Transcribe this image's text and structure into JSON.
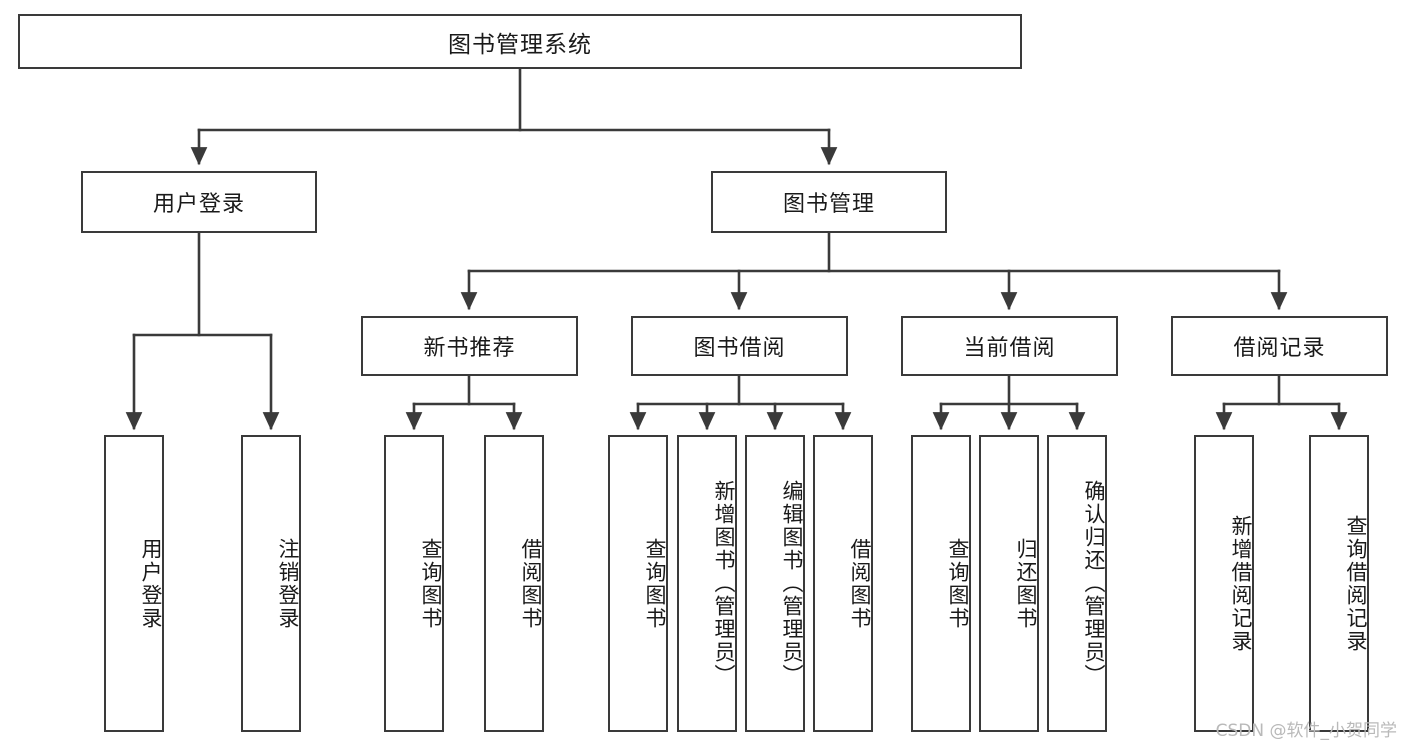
{
  "diagram": {
    "title": "图书管理系统",
    "type": "tree-hierarchy",
    "orientation": "top-down",
    "colors": {
      "stroke": "#3a3a3a",
      "fill": "#ffffff",
      "text": "#1a1a1a",
      "watermark": "#b9b9b9"
    },
    "nodes": {
      "root": {
        "label": "图书管理系统"
      },
      "level2": [
        {
          "id": "user-login",
          "label": "用户登录"
        },
        {
          "id": "book-manage",
          "label": "图书管理"
        }
      ],
      "level3": [
        {
          "id": "new-book-recommend",
          "label": "新书推荐"
        },
        {
          "id": "book-borrow",
          "label": "图书借阅"
        },
        {
          "id": "current-borrow",
          "label": "当前借阅"
        },
        {
          "id": "borrow-record",
          "label": "借阅记录"
        }
      ],
      "leaves": {
        "user-login": [
          {
            "id": "leaf-user-login",
            "label": "用户登录"
          },
          {
            "id": "leaf-logout-login",
            "label": "注销登录"
          }
        ],
        "new-book-recommend": [
          {
            "id": "leaf-query-book-1",
            "label": "查询图书"
          },
          {
            "id": "leaf-borrow-book-1",
            "label": "借阅图书"
          }
        ],
        "book-borrow": [
          {
            "id": "leaf-query-book-2",
            "label": "查询图书"
          },
          {
            "id": "leaf-add-book",
            "label": "新增图书（管理员）"
          },
          {
            "id": "leaf-edit-book",
            "label": "编辑图书（管理员）"
          },
          {
            "id": "leaf-borrow-book-2",
            "label": "借阅图书"
          }
        ],
        "current-borrow": [
          {
            "id": "leaf-query-book-3",
            "label": "查询图书"
          },
          {
            "id": "leaf-return-book",
            "label": "归还图书"
          },
          {
            "id": "leaf-confirm-return",
            "label": "确认归还（管理员）"
          }
        ],
        "borrow-record": [
          {
            "id": "leaf-add-record",
            "label": "新增借阅记录"
          },
          {
            "id": "leaf-query-record",
            "label": "查询借阅记录"
          }
        ]
      }
    },
    "watermark": "CSDN @软件_小贺同学"
  }
}
